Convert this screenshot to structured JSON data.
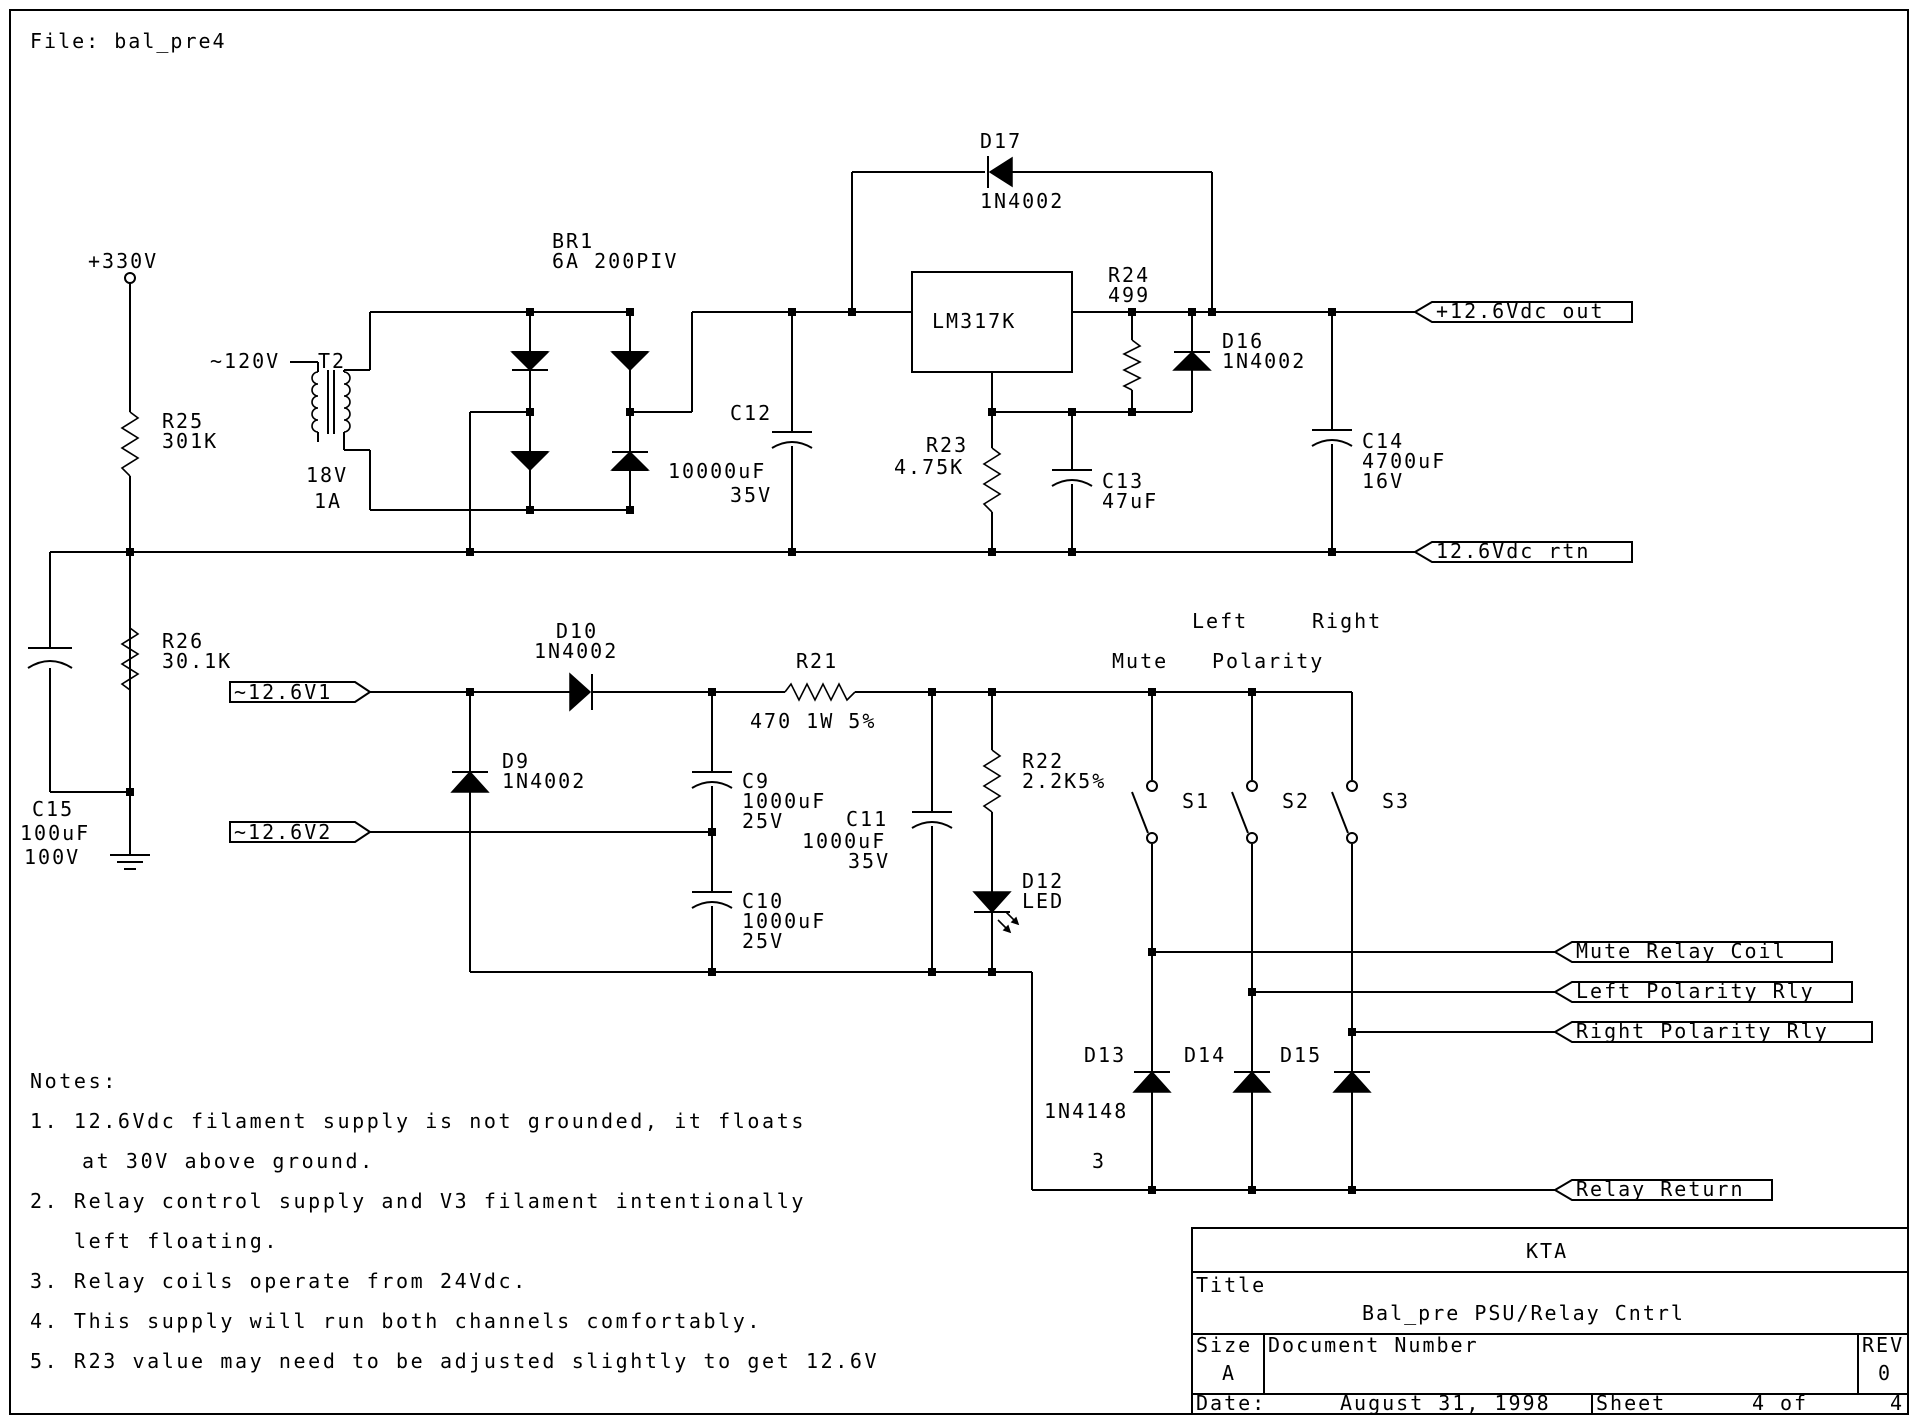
{
  "file_label": "File: bal_pre4",
  "rails": {
    "hv": "+330V",
    "ac_in": "~120V",
    "out_pos": "+12.6Vdc out",
    "out_rtn": "12.6Vdc rtn",
    "in_v1": "~12.6V1",
    "in_v2": "~12.6V2"
  },
  "components": {
    "d17": {
      "ref": "D17",
      "val": "1N4002"
    },
    "br1": {
      "ref": "BR1",
      "val": "6A 200PIV"
    },
    "t2": {
      "ref": "T2",
      "sec_v": "18V",
      "sec_a": "1A"
    },
    "reg": {
      "ref": "LM317K"
    },
    "r24": {
      "ref": "R24",
      "val": "499"
    },
    "d16": {
      "ref": "D16",
      "val": "1N4002"
    },
    "r25": {
      "ref": "R25",
      "val": "301K"
    },
    "c12": {
      "ref": "C12",
      "val": "10000uF",
      "volt": "35V"
    },
    "r23": {
      "ref": "R23",
      "val": "4.75K"
    },
    "c13": {
      "ref": "C13",
      "val": "47uF"
    },
    "c14": {
      "ref": "C14",
      "val": "4700uF",
      "volt": "16V"
    },
    "r26": {
      "ref": "R26",
      "val": "30.1K"
    },
    "d10": {
      "ref": "D10",
      "val": "1N4002"
    },
    "r21": {
      "ref": "R21",
      "val": "470 1W 5%"
    },
    "d9": {
      "ref": "D9",
      "val": "1N4002"
    },
    "c9": {
      "ref": "C9",
      "val": "1000uF",
      "volt": "25V"
    },
    "c11": {
      "ref": "C11",
      "val": "1000uF",
      "volt": "35V"
    },
    "r22": {
      "ref": "R22",
      "val": "2.2K5%"
    },
    "c10": {
      "ref": "C10",
      "val": "1000uF",
      "volt": "25V"
    },
    "d12": {
      "ref": "D12",
      "val": "LED"
    },
    "c15": {
      "ref": "C15",
      "val": "100uF",
      "volt": "100V"
    },
    "s1": {
      "ref": "S1"
    },
    "s2": {
      "ref": "S2"
    },
    "s3": {
      "ref": "S3"
    },
    "d13": {
      "ref": "D13",
      "val": "1N4148"
    },
    "d14": {
      "ref": "D14"
    },
    "d15": {
      "ref": "D15"
    },
    "count": "3"
  },
  "switch_labels": {
    "left": "Left",
    "right": "Right",
    "mute": "Mute",
    "polarity": "Polarity"
  },
  "relay_flags": {
    "mute": "Mute Relay Coil",
    "left": "Left Polarity Rly",
    "right": "Right Polarity Rly",
    "ret": "Relay Return"
  },
  "notes": {
    "heading": "Notes:",
    "items": [
      "1. 12.6Vdc filament supply is not grounded, it floats",
      "at 30V above ground.",
      "2. Relay control supply and V3 filament intentionally",
      "left floating.",
      "3. Relay coils operate from 24Vdc.",
      "4. This supply will run both channels comfortably.",
      "5. R23 value may need to be adjusted slightly to get 12.6V"
    ]
  },
  "title_block": {
    "company": "KTA",
    "title_label": "Title",
    "title": "Bal_pre PSU/Relay Cntrl",
    "size_label": "Size",
    "size": "A",
    "docnum_label": "Document Number",
    "rev_label": "REV",
    "rev": "0",
    "date_label": "Date:",
    "date": "August 31, 1998",
    "sheet_label": "Sheet",
    "sheet": "4",
    "of_label": "of",
    "of_total": "4"
  }
}
